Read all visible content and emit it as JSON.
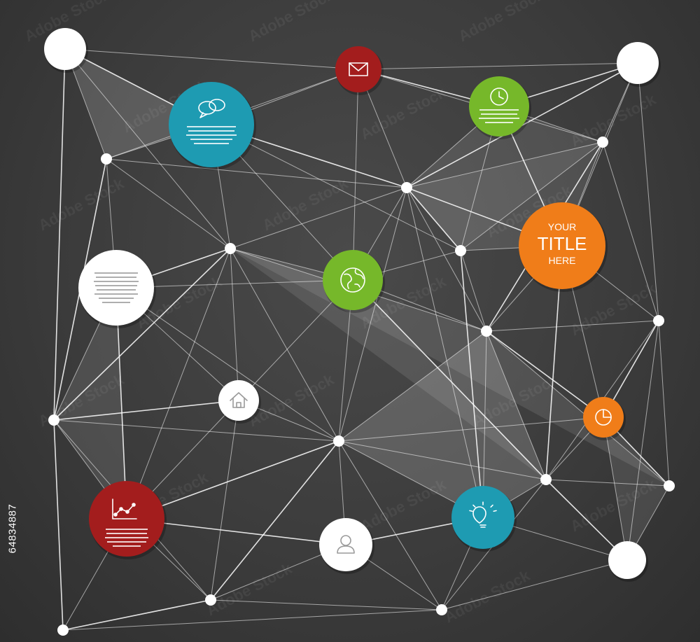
{
  "diagram": {
    "title_node": {
      "line1": "YOUR",
      "line2": "TITLE",
      "line3": "HERE"
    },
    "colors": {
      "background": "#3a3a3a",
      "line": "#ffffff",
      "blue": "#1e9bb2",
      "green": "#76b82a",
      "orange": "#f07d19",
      "red": "#a31d1d",
      "white": "#ffffff"
    },
    "nodes": [
      {
        "id": "white-top-left",
        "color": "white",
        "icon": ""
      },
      {
        "id": "email",
        "color": "red",
        "icon": "email-icon"
      },
      {
        "id": "white-top-right",
        "color": "white",
        "icon": ""
      },
      {
        "id": "chat",
        "color": "blue",
        "icon": "chat-bubbles-icon",
        "has_text": true
      },
      {
        "id": "clock",
        "color": "green",
        "icon": "clock-icon",
        "has_text": true
      },
      {
        "id": "title",
        "color": "orange",
        "icon": ""
      },
      {
        "id": "globe",
        "color": "green",
        "icon": "globe-icon"
      },
      {
        "id": "white-text",
        "color": "white",
        "icon": "",
        "has_text": true
      },
      {
        "id": "home",
        "color": "white",
        "icon": "home-icon"
      },
      {
        "id": "pie",
        "color": "orange",
        "icon": "pie-chart-icon"
      },
      {
        "id": "graph",
        "color": "red",
        "icon": "line-graph-icon",
        "has_text": true
      },
      {
        "id": "user",
        "color": "white",
        "icon": "user-icon"
      },
      {
        "id": "bulb",
        "color": "blue",
        "icon": "lightbulb-icon"
      },
      {
        "id": "white-bottom-right",
        "color": "white",
        "icon": ""
      }
    ]
  },
  "watermark": {
    "text": "Adobe Stock",
    "id_number": "64834887"
  }
}
